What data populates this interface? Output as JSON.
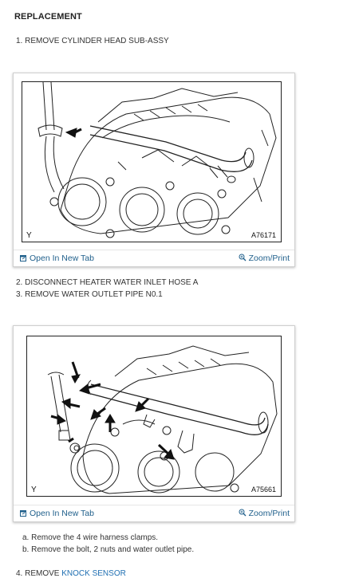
{
  "heading": "REPLACEMENT",
  "steps": {
    "s1": "1. REMOVE CYLINDER HEAD SUB-ASSY",
    "s2": "2. DISCONNECT HEATER WATER INLET HOSE A",
    "s3": "3. REMOVE WATER OUTLET PIPE N0.1",
    "s4_prefix": "4. REMOVE ",
    "s4_link": "KNOCK SENSOR"
  },
  "substeps": {
    "a": "a. Remove the 4 wire harness clamps.",
    "b": "b. Remove the bolt, 2 nuts and water outlet pipe."
  },
  "figures": [
    {
      "corner_letter": "Y",
      "figure_id": "A76171",
      "open_label": "Open In New Tab",
      "zoom_label": "Zoom/Print"
    },
    {
      "corner_letter": "Y",
      "figure_id": "A75661",
      "open_label": "Open In New Tab",
      "zoom_label": "Zoom/Print"
    }
  ],
  "colors": {
    "link": "#1f6fb2",
    "toolbar_text": "#1f5f8b",
    "card_border": "#cfcfcf"
  },
  "icons": {
    "open": "open-in-new-tab-icon",
    "zoom": "zoom-magnifier-icon"
  }
}
